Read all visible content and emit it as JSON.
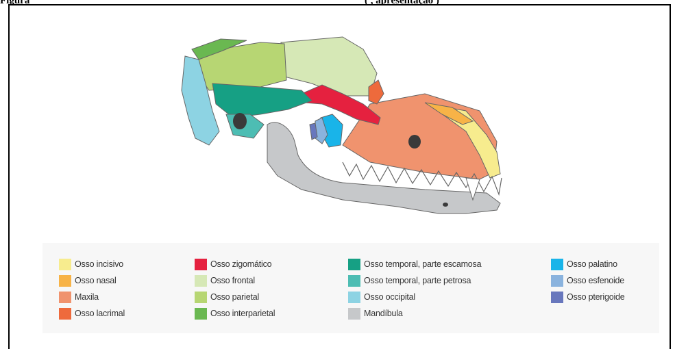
{
  "caption": {
    "left": "Figura",
    "right": "(   ,   apresentação   )"
  },
  "legend": {
    "columns": [
      [
        {
          "label": "Osso incisivo",
          "color": "#f7ec8e"
        },
        {
          "label": "Osso nasal",
          "color": "#f7b347"
        },
        {
          "label": "Maxila",
          "color": "#f0936e"
        },
        {
          "label": "Osso lacrimal",
          "color": "#ee6a3c"
        }
      ],
      [
        {
          "label": "Osso zigomático",
          "color": "#e5213f"
        },
        {
          "label": "Osso frontal",
          "color": "#d6e8b6"
        },
        {
          "label": "Osso parietal",
          "color": "#b7d673"
        },
        {
          "label": "Osso interparietal",
          "color": "#6ab851"
        }
      ],
      [
        {
          "label": "Osso temporal, parte escamosa",
          "color": "#16a084"
        },
        {
          "label": "Osso temporal, parte petrosa",
          "color": "#4dbdb3"
        },
        {
          "label": "Osso occipital",
          "color": "#8dd3e3"
        },
        {
          "label": "Mandíbula",
          "color": "#c6c8ca"
        }
      ],
      [
        {
          "label": "Osso palatino",
          "color": "#19b4e9"
        },
        {
          "label": "Osso esfenoide",
          "color": "#8ab3de"
        },
        {
          "label": "Osso pterigoide",
          "color": "#6877bd"
        }
      ]
    ]
  }
}
